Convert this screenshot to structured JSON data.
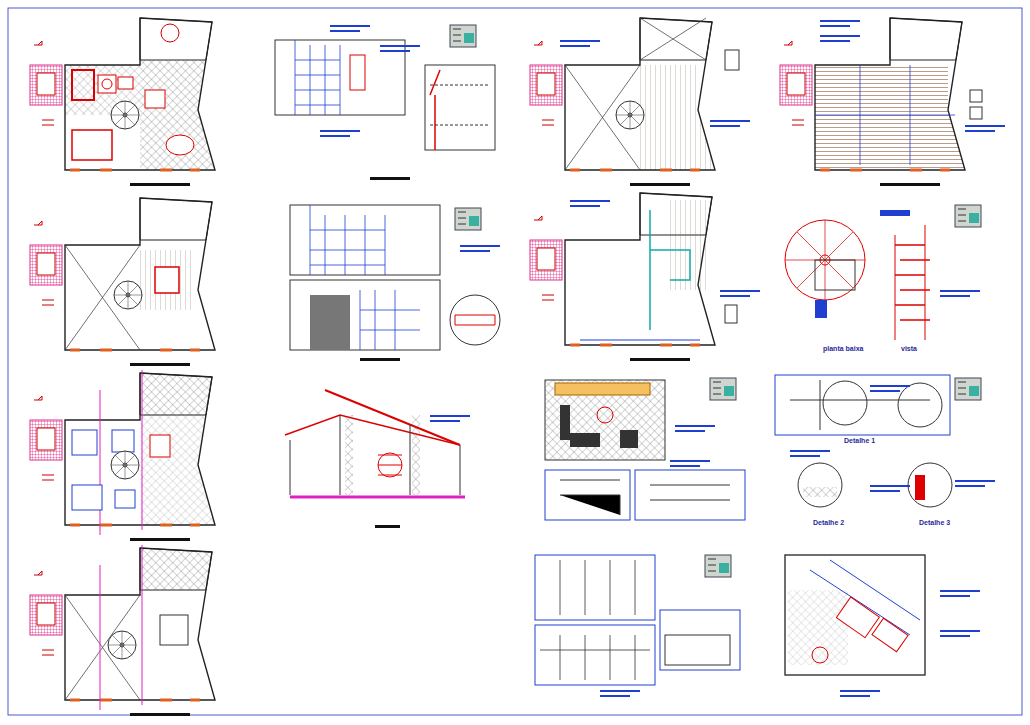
{
  "diagram": {
    "labels": [
      "planta baixa",
      "vista",
      "Detalhe 1",
      "Detalhe 2",
      "Detalhe 3"
    ]
  }
}
